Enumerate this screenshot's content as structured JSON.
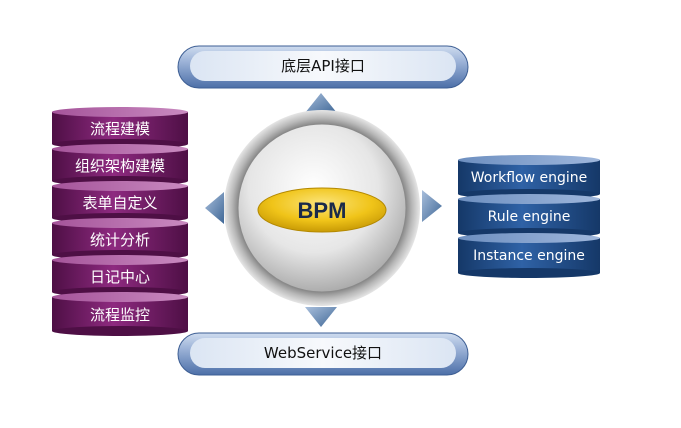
{
  "top_interface": "底层API接口",
  "bottom_interface": "WebService接口",
  "center": "BPM",
  "left_stack": [
    "流程建模",
    "组织架构建模",
    "表单自定义",
    "统计分析",
    "日记中心",
    "流程监控"
  ],
  "right_stack": [
    "Workflow engine",
    "Rule engine",
    "Instance engine"
  ],
  "colors": {
    "left_stack": "#7a1f6e",
    "right_stack": "#1f4e8a",
    "pill": "#6e8fc0",
    "center_oval": "#f0c419",
    "arrow": "#6f8fb3"
  }
}
